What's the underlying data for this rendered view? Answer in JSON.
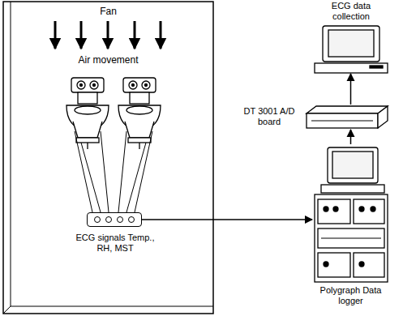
{
  "diagram": {
    "nodes": [
      {
        "text": [
          "Fan",
          "Air movement"
        ]
      },
      {
        "text": [
          "ECG signals Temp., RH, MST"
        ],
        "in": 0
      },
      {
        "text": [
          "Polygraph Data logger"
        ]
      },
      {
        "text": [
          "DT 3001 A/D board"
        ]
      },
      {
        "text": [
          "ECG data collection"
        ]
      }
    ],
    "edges": [
      {
        "from": 1,
        "to": 2,
        "arrow": "to"
      },
      {
        "from": 2,
        "to": 3,
        "arrow": "to"
      },
      {
        "from": 3,
        "to": 4,
        "arrow": "to"
      }
    ]
  }
}
